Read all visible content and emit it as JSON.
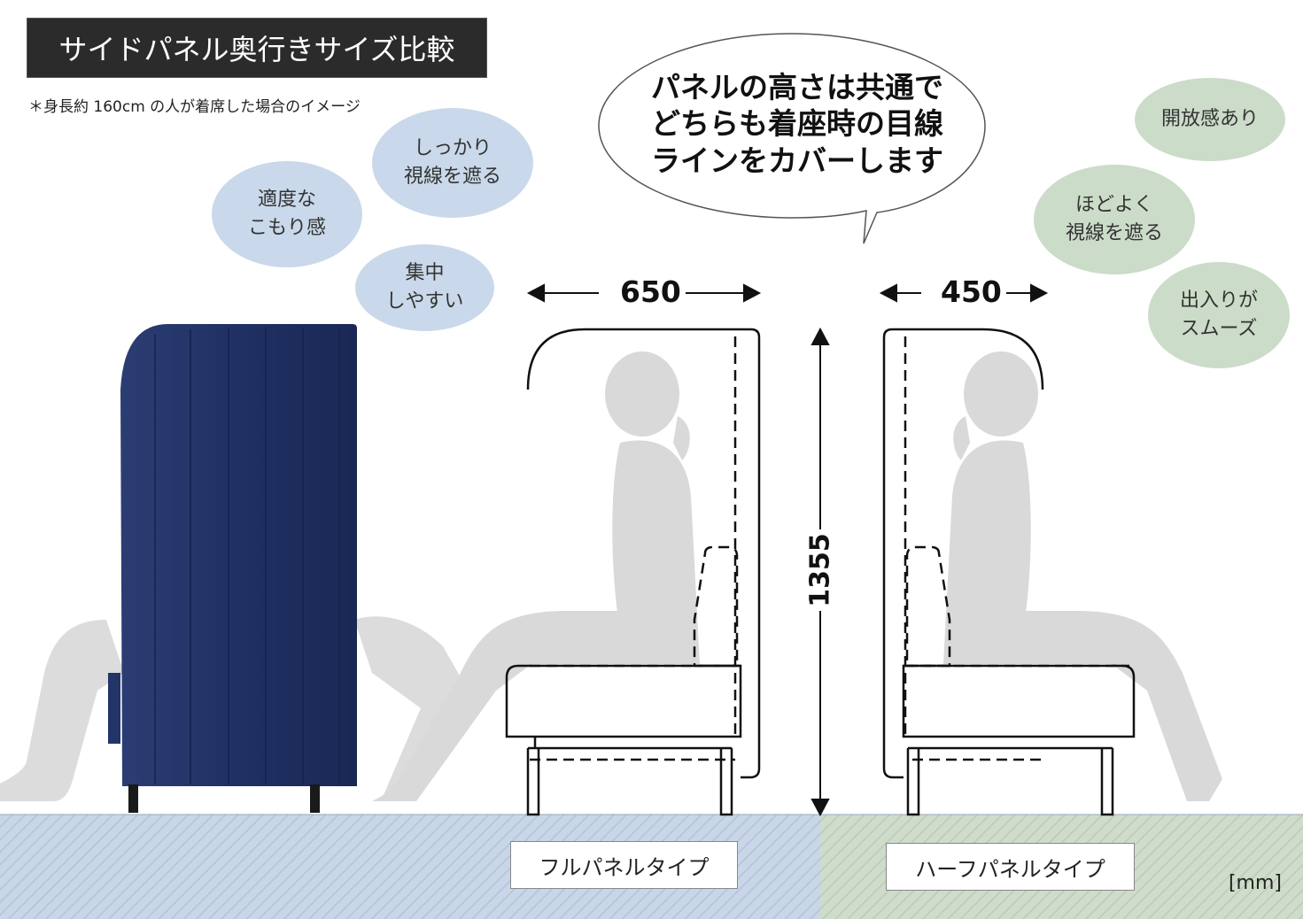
{
  "title": "サイドパネル奥行きサイズ比較",
  "note": "＊身長約 160cm の人が着席した場合のイメージ",
  "speech_bubble": "パネルの高さは共通で\nどちらも着座時の目線\nラインをカバーします",
  "left_bubbles": [
    "しっかり\n視線を遮る",
    "適度な\nこもり感",
    "集中\nしやすい"
  ],
  "right_bubbles": [
    "開放感あり",
    "ほどよく\n視線を遮る",
    "出入りが\nスムーズ"
  ],
  "dimensions": {
    "full_depth": "650",
    "half_depth": "450",
    "height": "1355"
  },
  "types": {
    "full": "フルパネルタイプ",
    "half": "ハーフパネルタイプ"
  },
  "unit": "[mm]",
  "colors": {
    "blue_bubble": "#c9d8ea",
    "green_bubble": "#cbdcc8",
    "sofa_navy": "#1d2d5e",
    "floor_blue": "#c8d6e8",
    "floor_green": "#cfdccb",
    "silhouette": "#d9d9d9"
  }
}
